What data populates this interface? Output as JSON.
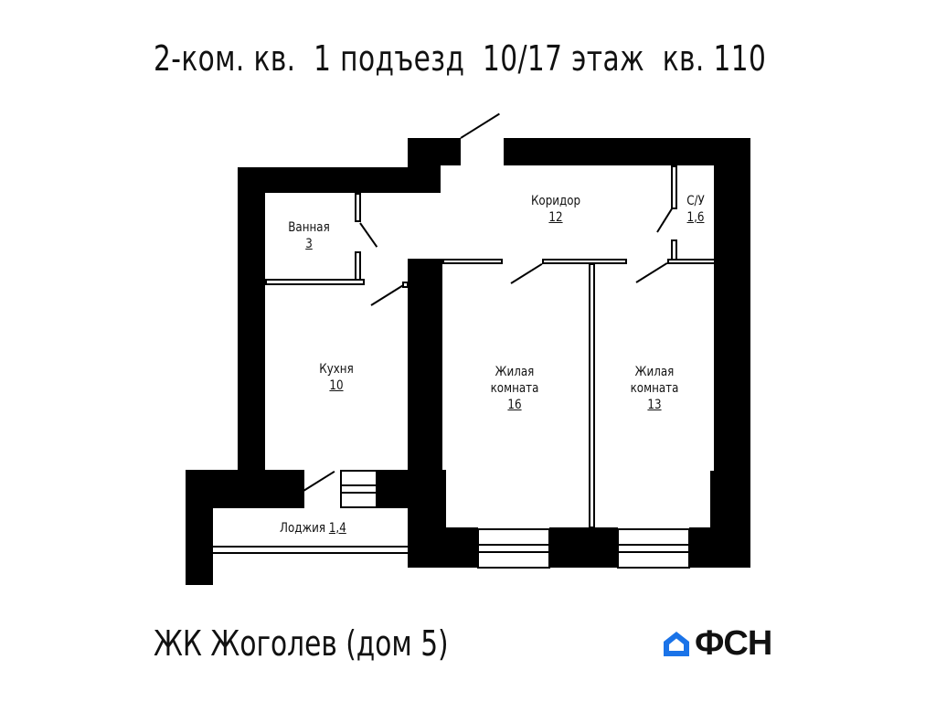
{
  "header": {
    "title": "2-ком. кв.  1 подъезд  10/17 этаж  кв. 110"
  },
  "footer": {
    "complex": "ЖК Жоголев (дом 5)",
    "logo_text": "ФСН",
    "logo_icon": "house-icon",
    "logo_color": "#1a73e8"
  },
  "rooms": [
    {
      "name": "Ванная",
      "area": "3"
    },
    {
      "name": "Коридор",
      "area": "12"
    },
    {
      "name": "С/У",
      "area": "1,6"
    },
    {
      "name": "Кухня",
      "area": "10"
    },
    {
      "name_line1": "Жилая",
      "name_line2": "комната",
      "area": "16"
    },
    {
      "name_line1": "Жилая",
      "name_line2": "комната",
      "area": "13"
    },
    {
      "name": "Лоджия",
      "area": "1,4"
    }
  ]
}
